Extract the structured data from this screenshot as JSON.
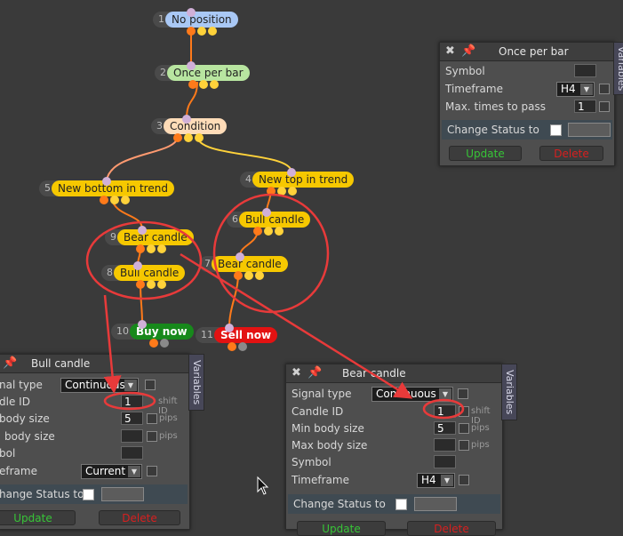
{
  "graph": {
    "blocks": [
      {
        "num": "1",
        "label": "No position",
        "color": "blue"
      },
      {
        "num": "2",
        "label": "Once per bar",
        "color": "green"
      },
      {
        "num": "3",
        "label": "Condition",
        "color": "peach"
      },
      {
        "num": "5",
        "label": "New bottom in trend",
        "color": "yellow"
      },
      {
        "num": "4",
        "label": "New top in trend",
        "color": "yellow"
      },
      {
        "num": "6",
        "label": "Bull candle",
        "color": "yellow"
      },
      {
        "num": "9",
        "label": "Bear candle",
        "color": "yellow"
      },
      {
        "num": "7",
        "label": "Bear candle",
        "color": "yellow"
      },
      {
        "num": "8",
        "label": "Bull candle",
        "color": "yellow"
      },
      {
        "num": "10",
        "label": "Buy now",
        "color": "buy"
      },
      {
        "num": "11",
        "label": "Sell now",
        "color": "sell"
      }
    ]
  },
  "panel_once": {
    "title": "Once per bar",
    "variables_tab": "Variables",
    "symbol_label": "Symbol",
    "timeframe_label": "Timeframe",
    "timeframe_value": "H4",
    "max_times_label": "Max. times to pass",
    "max_times_value": "1",
    "change_status_label": "Change Status to",
    "update_label": "Update",
    "delete_label": "Delete"
  },
  "panel_bull": {
    "title": "Bull candle",
    "variables_tab": "Variables",
    "signal_type_label": "nal type",
    "signal_type_value": "Continuous",
    "candle_id_label": "dle ID",
    "candle_id_value": "1",
    "candle_id_unit": "shift ID",
    "min_body_label": "body size",
    "min_body_value": "5",
    "min_body_unit": "pips",
    "max_body_label": "body size",
    "max_body_unit": "pips",
    "symbol_label": "bol",
    "timeframe_label": "eframe",
    "timeframe_value": "Current",
    "change_status_label": "hange Status to",
    "update_label": "Update",
    "delete_label": "Delete"
  },
  "panel_bear": {
    "title": "Bear candle",
    "variables_tab": "Variables",
    "signal_type_label": "Signal type",
    "signal_type_value": "Continuous",
    "candle_id_label": "Candle ID",
    "candle_id_value": "1",
    "candle_id_unit": "shift ID",
    "min_body_label": "Min body size",
    "min_body_value": "5",
    "min_body_unit": "pips",
    "max_body_label": "Max body size",
    "max_body_unit": "pips",
    "symbol_label": "Symbol",
    "timeframe_label": "Timeframe",
    "timeframe_value": "H4",
    "change_status_label": "Change Status to",
    "update_label": "Update",
    "delete_label": "Delete"
  },
  "icons": {
    "close": "close-icon",
    "pin": "pin-icon",
    "dropdown": "chevron-down-icon",
    "cursor": "mouse-cursor-icon"
  },
  "colors": {
    "canvas": "#3a3a3a",
    "wire_orange": "#ff7a1a",
    "wire_yellow": "#ffd23a",
    "annotation_red": "#e83a3a",
    "update_green": "#37c537",
    "delete_red": "#d81f1f"
  }
}
